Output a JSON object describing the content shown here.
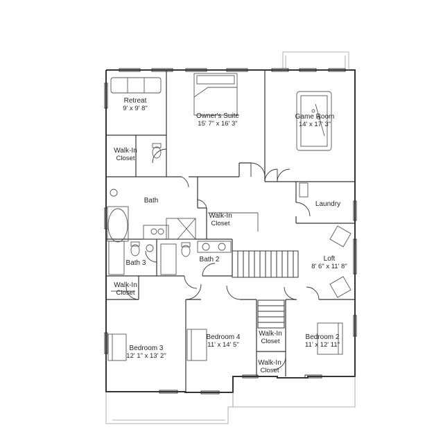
{
  "rooms": {
    "retreat": {
      "name": "Retreat",
      "dim": "9' x 9' 8\""
    },
    "owners_suite": {
      "name": "Owner's Suite",
      "dim": "15' 7\" x 16' 3\""
    },
    "game_room": {
      "name": "Game Room",
      "dim": "14' x 17' 3\""
    },
    "walkin_closet_1": {
      "name": "Walk-In",
      "dim": "Closet"
    },
    "bath": {
      "name": "Bath"
    },
    "walkin_closet_2": {
      "name": "Walk-In",
      "dim": "Closet"
    },
    "laundry": {
      "name": "Laundry"
    },
    "bath_3": {
      "name": "Bath 3"
    },
    "bath_2": {
      "name": "Bath 2"
    },
    "loft": {
      "name": "Loft",
      "dim": "8' 6\" x 11' 8\""
    },
    "walkin_closet_3": {
      "name": "Walk-In",
      "dim": "Closet"
    },
    "bedroom_4": {
      "name": "Bedroom 4",
      "dim": "11' x 14' 5\""
    },
    "walkin_closet_4": {
      "name": "Walk-In",
      "dim": "Closet"
    },
    "bedroom_2": {
      "name": "Bedroom 2",
      "dim": "11' x 12' 11\""
    },
    "bedroom_3": {
      "name": "Bedroom 3",
      "dim": "12' 1\" x 13' 2\""
    },
    "walkin_closet_5": {
      "name": "Walk-In",
      "dim": "Closet"
    }
  },
  "colors": {
    "wall": "#333333",
    "fixture": "#555555",
    "porch": "#999999"
  }
}
